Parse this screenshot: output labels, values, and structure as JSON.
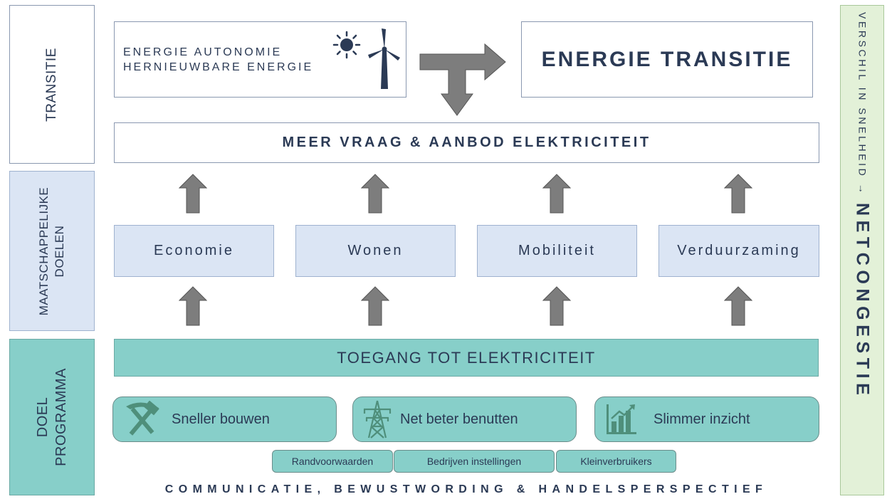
{
  "side_left": {
    "transitie": "TRANSITIE",
    "maatschappelijke_l1": "MAATSCHAPPELIJKE",
    "maatschappelijke_l2": "DOELEN",
    "doel_l1": "DOEL",
    "doel_l2": "PROGRAMMA"
  },
  "side_right": {
    "part1": "VERSCHIL IN SNELHEID →",
    "part2": "NETCONGESTIE"
  },
  "top": {
    "autonomie_l1": "ENERGIE AUTONOMIE",
    "autonomie_l2": "HERNIEUWBARE ENERGIE",
    "transitie_title": "ENERGIE TRANSITIE",
    "sun_icon": "sun-icon",
    "wind_icon": "wind-turbine-icon"
  },
  "demand_bar": "MEER VRAAG & AANBOD ELEKTRICITEIT",
  "goals": [
    "Economie",
    "Wonen",
    "Mobiliteit",
    "Verduurzaming"
  ],
  "access_bar": "TOEGANG TOT ELEKTRICITEIT",
  "programs": [
    {
      "label": "Sneller bouwen",
      "icon": "hammer-pick-icon"
    },
    {
      "label": "Net beter benutten",
      "icon": "power-pylon-icon"
    },
    {
      "label": "Slimmer inzicht",
      "icon": "bar-chart-icon"
    }
  ],
  "tags": [
    "Randvoorwaarden",
    "Bedrijven instellingen",
    "Kleinverbruikers"
  ],
  "footer": "COMMUNICATIE, BEWUSTWORDING & HANDELSPERSPECTIEF",
  "colors": {
    "navy": "#2b3a55",
    "goal_fill": "#dbe5f4",
    "teal": "#87cfc9",
    "right_fill": "#e3f1d8",
    "arrow_gray": "#808080"
  }
}
